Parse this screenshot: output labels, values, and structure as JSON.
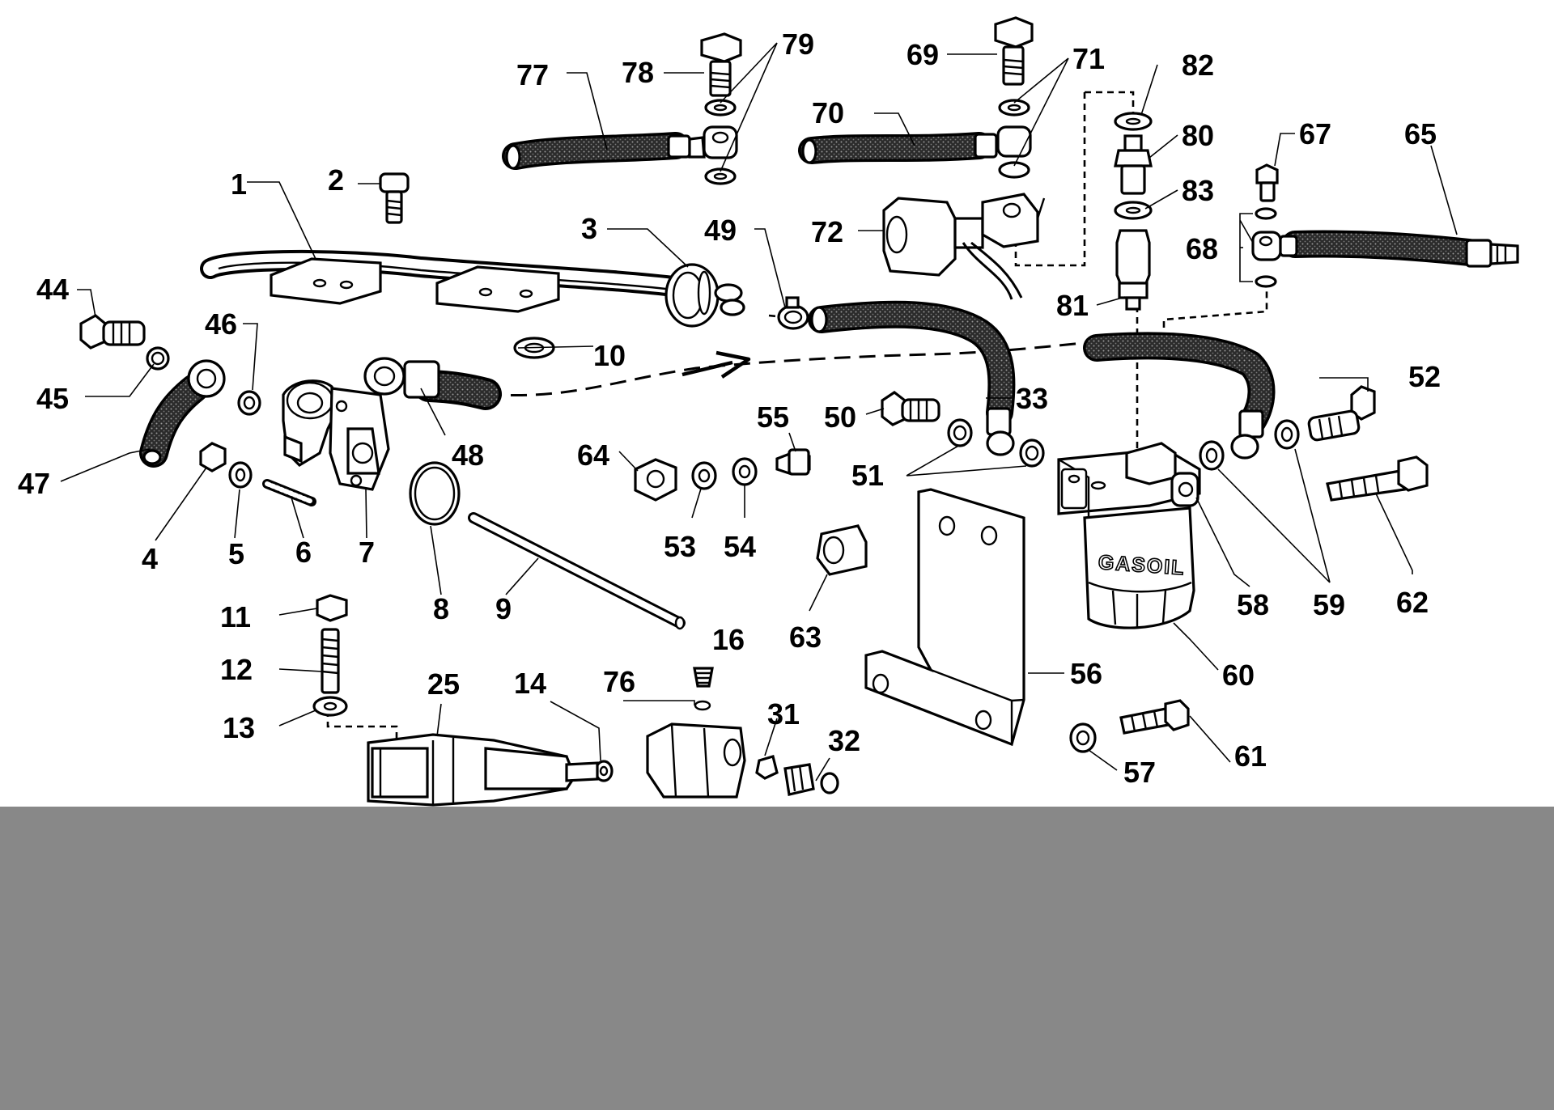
{
  "filter_label": "GASOIL",
  "callouts": {
    "c1": "1",
    "c2": "2",
    "c3": "3",
    "c4": "4",
    "c5": "5",
    "c6": "6",
    "c7": "7",
    "c8": "8",
    "c9": "9",
    "c10": "10",
    "c11": "11",
    "c12": "12",
    "c13": "13",
    "c14": "14",
    "c16": "16",
    "c25": "25",
    "c31": "31",
    "c32": "32",
    "c33": "33",
    "c44": "44",
    "c45": "45",
    "c46": "46",
    "c47": "47",
    "c48": "48",
    "c49": "49",
    "c50": "50",
    "c51": "51",
    "c52": "52",
    "c53": "53",
    "c54": "54",
    "c55": "55",
    "c56": "56",
    "c57": "57",
    "c58": "58",
    "c59": "59",
    "c60": "60",
    "c61": "61",
    "c62": "62",
    "c63": "63",
    "c64": "64",
    "c65": "65",
    "c67": "67",
    "c68": "68",
    "c69": "69",
    "c70": "70",
    "c71": "71",
    "c72": "72",
    "c76": "76",
    "c77": "77",
    "c78": "78",
    "c79": "79",
    "c80": "80",
    "c81": "81",
    "c82": "82",
    "c83": "83"
  },
  "colors": {
    "line": "#000000",
    "paper": "#ffffff",
    "cover_band": "#888888"
  }
}
